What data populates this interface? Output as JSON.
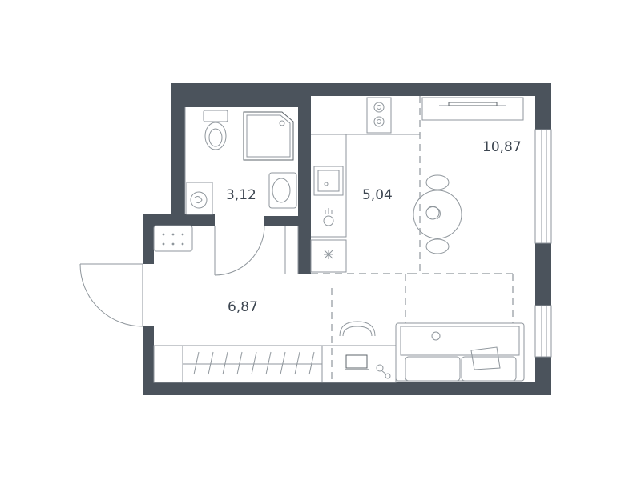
{
  "rooms": {
    "bathroom": {
      "area": "3,12"
    },
    "kitchen": {
      "area": "5,04"
    },
    "living": {
      "area": "10,87"
    },
    "hallway": {
      "area": "6,87"
    }
  },
  "colors": {
    "wall": "#4b535c",
    "furniture": "#8f969c",
    "text": "#3c4550"
  },
  "icons": [
    "toilet-icon",
    "shower-icon",
    "sink-icon",
    "washing-machine-icon",
    "stove-icon",
    "kitchen-sink-icon",
    "dining-table-icon",
    "sofa-icon",
    "desk-icon",
    "chair-icon",
    "laptop-icon",
    "wardrobe-icon",
    "door-icon",
    "window-icon"
  ]
}
